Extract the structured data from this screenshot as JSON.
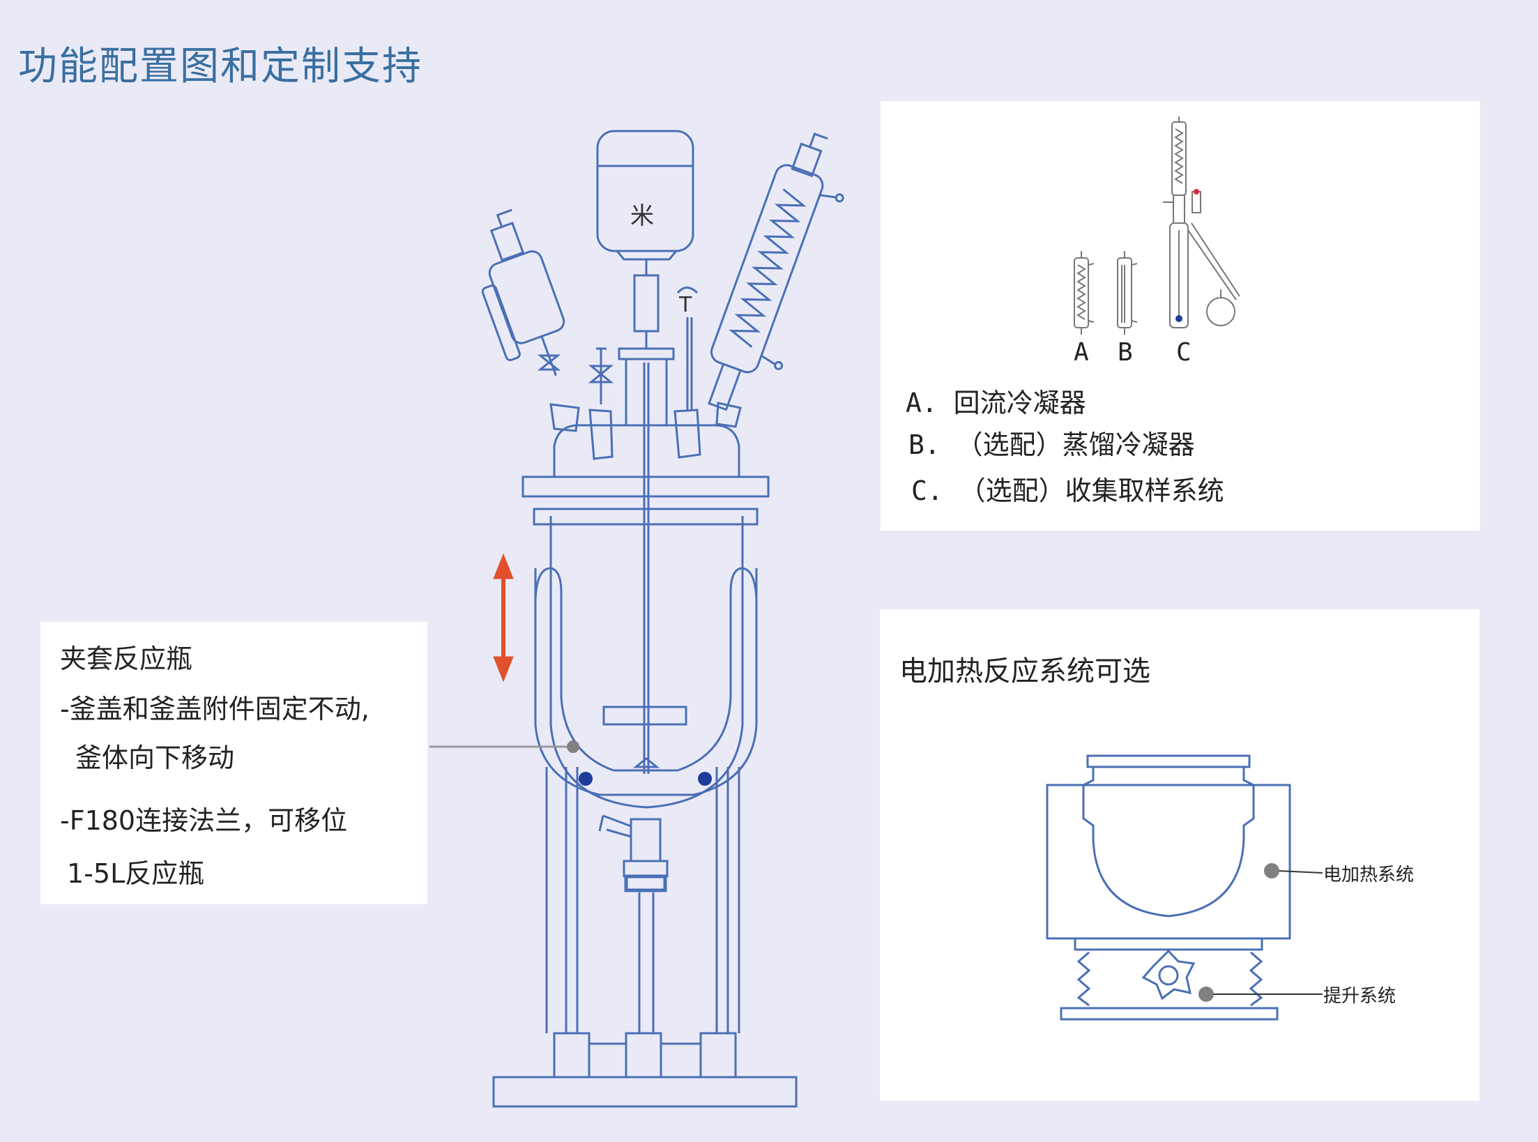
{
  "page_title": "功能配置图和定制支持",
  "jacket_panel": {
    "heading": "夹套反应瓶",
    "line1": "-釜盖和釜盖附件固定不动,",
    "line2": "釜体向下移动",
    "line3": "-F180连接法兰，可移位",
    "line4": "1-5L反应瓶"
  },
  "condenser_panel": {
    "label_a": "A",
    "label_b": "B",
    "label_c": "C",
    "item_a": "A. 回流冷凝器",
    "item_b": "B. （选配）蒸馏冷凝器",
    "item_c": "C. （选配）收集取样系统"
  },
  "electric_panel": {
    "heading": "电加热反应系统可选",
    "label_heating": "电加热系统",
    "label_lift": "提升系统"
  },
  "diagram": {
    "motor_symbol": "米",
    "thermometer_symbol": "T"
  },
  "colors": {
    "background": "#eaeaf7",
    "title": "#3a6fa0",
    "line": "#4a6fb5",
    "arrow": "#e0502a",
    "pointer": "#808080"
  }
}
